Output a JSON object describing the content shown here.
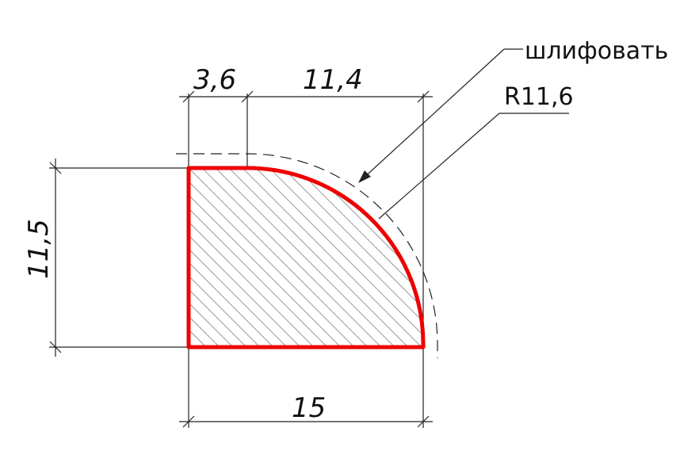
{
  "drawing": {
    "dimensions": {
      "top_left": "3,6",
      "top_right": "11,4",
      "left_height": "11,5",
      "bottom_width": "15"
    },
    "notes": {
      "grind": "шлифовать",
      "radius": "R11,6"
    },
    "colors": {
      "profile": "#ee0000",
      "lines": "#222222",
      "hatch": "#9a9a9a"
    }
  }
}
